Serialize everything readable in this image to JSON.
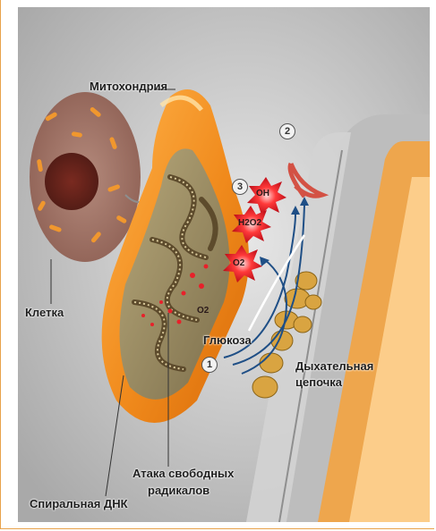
{
  "labels": {
    "mitochondria": "Митохондрия",
    "cell": "Клетка",
    "spiral_dna": "Спиральная ДНК",
    "free_radical_attack_line1": "Атака свободных",
    "free_radical_attack_line2": "радикалов",
    "glucose": "Глюкоза",
    "respiratory_chain_line1": "Дыхательная",
    "respiratory_chain_line2": "цепочка"
  },
  "markers": {
    "one": "1",
    "two": "2",
    "three": "3"
  },
  "chemistry": {
    "oh": "OH",
    "h2o2": "H2O2",
    "o2_radical": "O2",
    "o2": "O2"
  },
  "colors": {
    "mitochondria_orange": "#f08a1c",
    "cell_brown": "#9b6a5c",
    "radical_red": "#e8202a",
    "arrow_blue": "#1f4f86",
    "background_gray": "#c9c9c9"
  }
}
